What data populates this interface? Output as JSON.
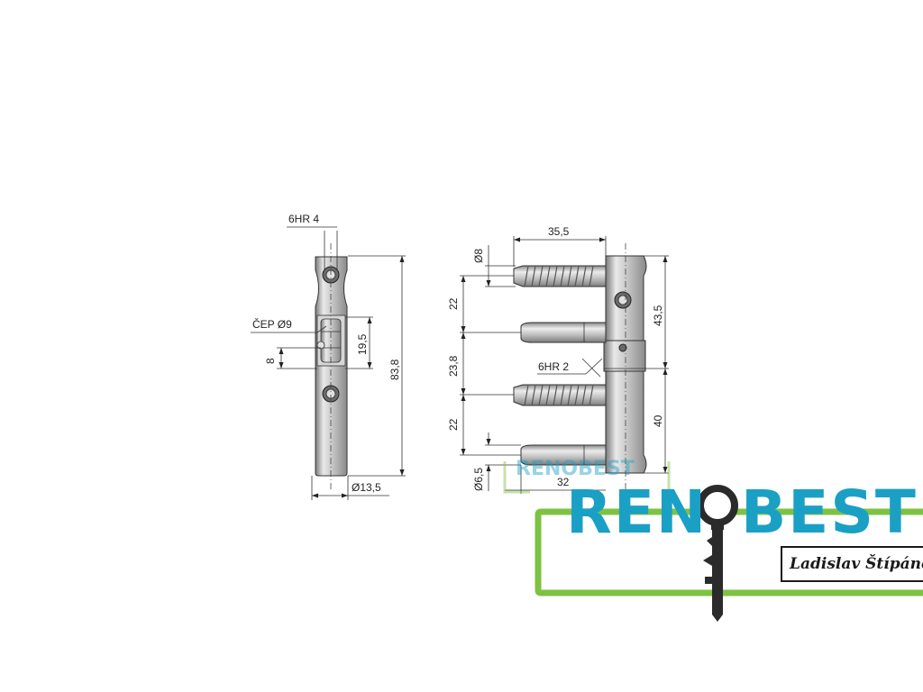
{
  "left_view": {
    "hex_drive": "6HR 4",
    "pin_label": "ČEP Ø9",
    "dim_height_total": "83,8",
    "dim_pin_length": "19,5",
    "dim_pin_offset": "8",
    "dim_width": "Ø13,5"
  },
  "right_view": {
    "dim_screw_length": "35,5",
    "dim_thread_dia": "Ø8",
    "dim_spacing_top": "22",
    "dim_spacing_mid": "23,8",
    "dim_spacing_bottom": "22",
    "dim_pin_dia": "Ø6,5",
    "dim_pin_length": "32",
    "dim_upper_part": "43,5",
    "dim_lower_part": "40",
    "hex_drive": "6HR 2"
  },
  "logo": {
    "brand_left": "REN",
    "brand_right": "BEST",
    "owner": "Ladislav Štípánek",
    "colors": {
      "brand": "#1aa0c4",
      "frame": "#7dc242",
      "key": "#2b2b2b"
    }
  },
  "watermark": {
    "brand": "RENOBEST"
  }
}
